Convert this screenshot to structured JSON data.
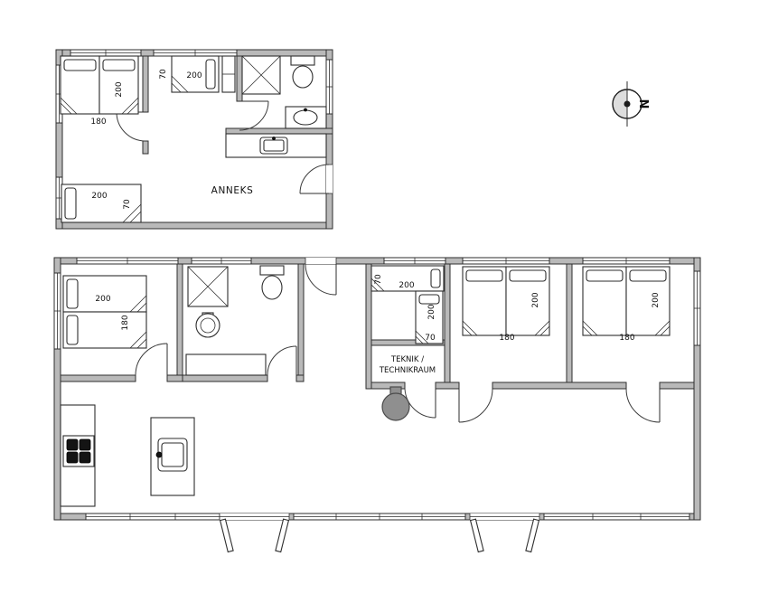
{
  "colors": {
    "wall_fill": "#b9b9b9",
    "wall_stroke": "#2e2e2e",
    "line": "#2e2e2e",
    "stove_fill": "#8f8f8f",
    "text": "#111111",
    "background": "#ffffff"
  },
  "compass": {
    "north_label": "N"
  },
  "anneks": {
    "title": "ANNEKS",
    "double_bed": {
      "length": "200",
      "width": "180"
    },
    "single_bed": {
      "width": "70",
      "length": "200"
    },
    "sofa_bed": {
      "length": "200",
      "width": "70"
    }
  },
  "main_house": {
    "bedroom_left": {
      "bed_length": "200",
      "bed_width": "180"
    },
    "small_bedroom": {
      "top_bed_width": "70",
      "top_bed_length": "200",
      "side_bed_length": "200",
      "side_bed_width": "70"
    },
    "utility_room": {
      "label_line1": "TEKNIK /",
      "label_line2": "TECHNIKRAUM"
    },
    "bedroom_middle": {
      "bed_length": "200",
      "bed_width": "180"
    },
    "bedroom_right": {
      "bed_length": "200",
      "bed_width": "180"
    }
  }
}
